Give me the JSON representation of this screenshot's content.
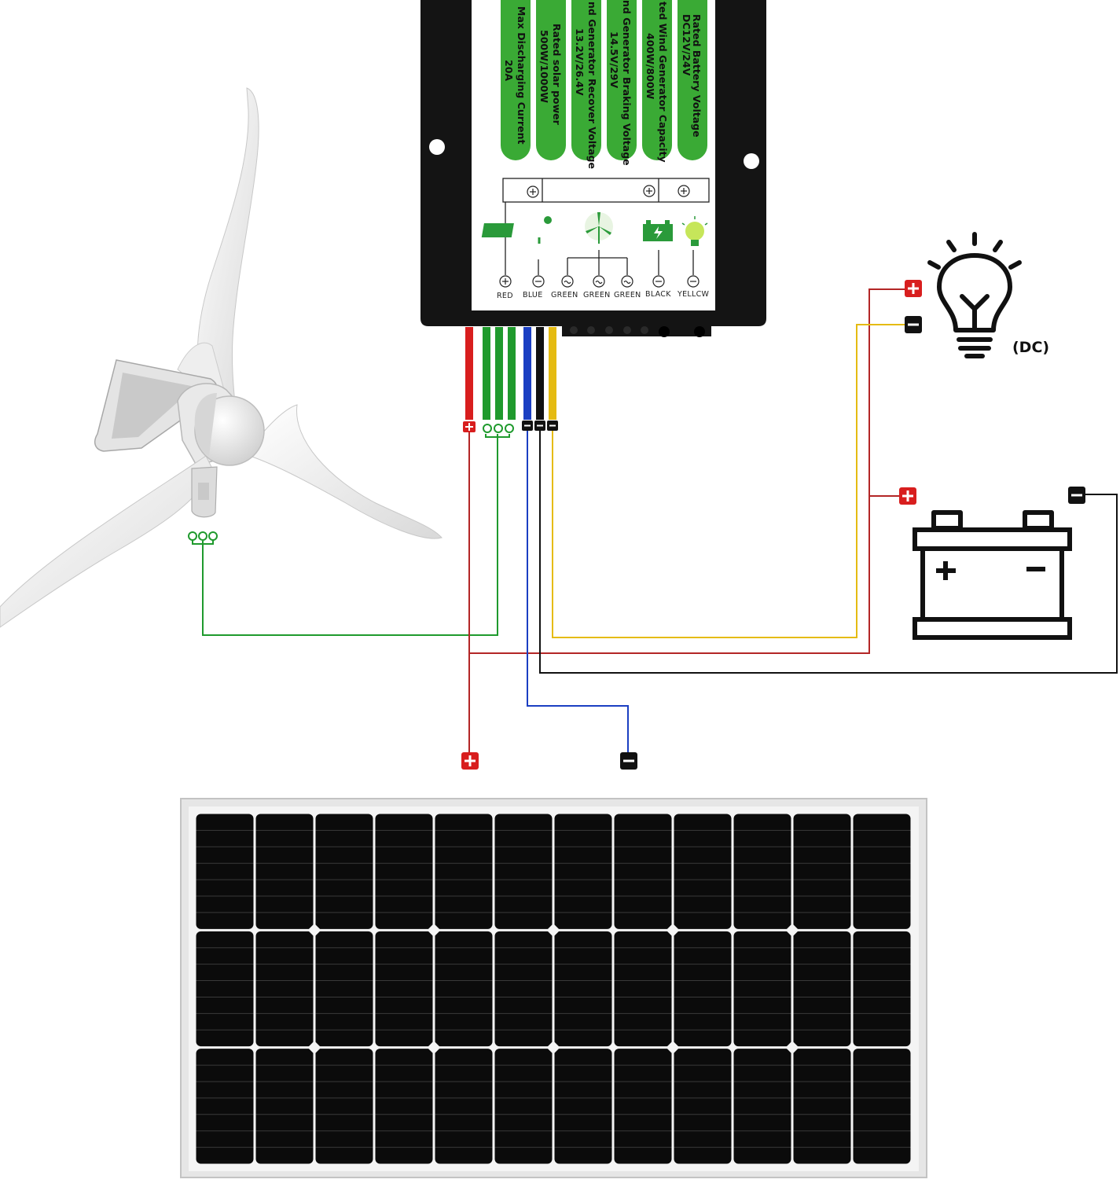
{
  "controller": {
    "specs": [
      {
        "title": "Rated Battery Voltage",
        "value": "DC12V/24V"
      },
      {
        "title": "ted Wind Generator Capacity",
        "value": "400W/800W"
      },
      {
        "title": "nd Generator Braking Voltage",
        "value": "14.5V/29V"
      },
      {
        "title": "nd Generator Recover Voltage",
        "value": "13.2V/26.4V"
      },
      {
        "title": "Rated solar power",
        "value": "500W/1000W"
      },
      {
        "title": "Max Discharging Current",
        "value": "20A"
      }
    ],
    "terminals": [
      "RED",
      "BLUE",
      "GREEN",
      "GREEN",
      "GREEN",
      "BLACK",
      "YELLCW"
    ]
  },
  "load": {
    "label": "(DC)"
  },
  "colors": {
    "red": "#d81e1e",
    "green": "#1f9a2d",
    "blue": "#1b3fc2",
    "black": "#111111",
    "yellow": "#e5bb12",
    "panel_green": "#3aaa35",
    "controller_body": "#141414"
  },
  "icons": [
    "wind-turbine",
    "charge-controller",
    "light-bulb-icon",
    "battery-icon",
    "solar-panel"
  ]
}
